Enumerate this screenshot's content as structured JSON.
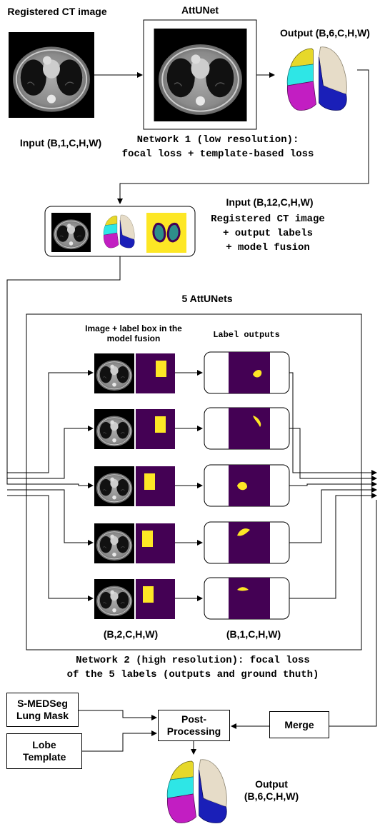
{
  "network1": {
    "input_title": "Registered CT image",
    "model_title": "AttUNet",
    "output_title": "Output (B,6,C,H,W)",
    "input_shape": "Input (B,1,C,H,W)",
    "caption_line1": "Network 1 (low resolution):",
    "caption_line2": "focal loss + template-based loss"
  },
  "fusion": {
    "shape": "Input (B,12,C,H,W)",
    "line1": "Registered CT image",
    "line2": "+ output labels",
    "line3": "+ model fusion"
  },
  "network2": {
    "title": "5 AttUNets",
    "col1_header": "Image + label box in the model fusion",
    "col2_header": "Label outputs",
    "col1_shape": "(B,2,C,H,W)",
    "col2_shape": "(B,1,C,H,W)",
    "caption_line1": "Network 2 (high resolution): focal loss",
    "caption_line2": "of the 5 labels (outputs and ground thuth)"
  },
  "post": {
    "mask_label": "S-MEDSeg Lung Mask",
    "template_label": "Lobe Template",
    "processing_label": "Post-Processing",
    "merge_label": "Merge",
    "output_label": "Output (B,6,C,H,W)"
  },
  "colors": {
    "viridis_dark": "#440154",
    "viridis_yellow": "#fde725",
    "lobe_yellow": "#e6d82a",
    "lobe_cyan": "#2ee6e6",
    "lobe_magenta": "#c21ec2",
    "lobe_blue": "#1a1fb8",
    "lobe_beige": "#e6dcc8"
  }
}
